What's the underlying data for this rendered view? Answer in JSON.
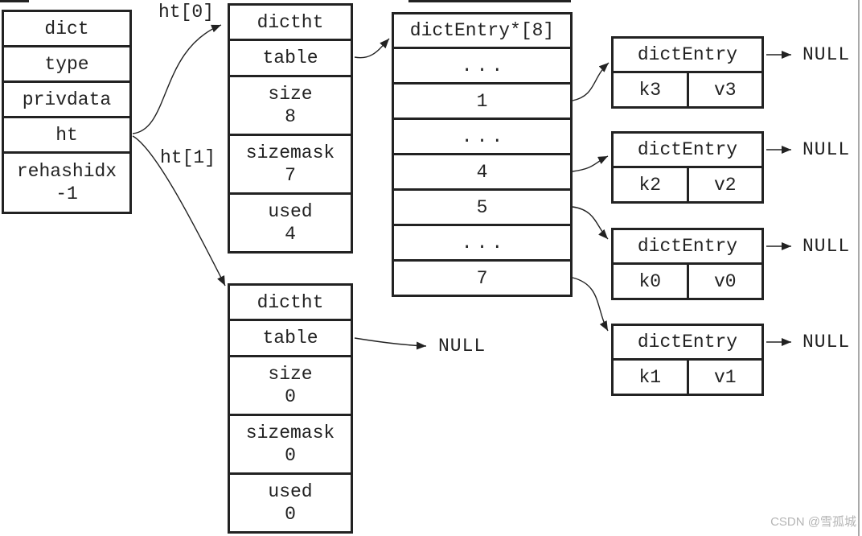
{
  "dict_struct": {
    "name": "dict",
    "fields": [
      {
        "label": "type"
      },
      {
        "label": "privdata"
      },
      {
        "label": "ht"
      },
      {
        "label": "rehashidx",
        "value": "-1"
      }
    ]
  },
  "pointer_labels": {
    "ht0": "ht[0]",
    "ht1": "ht[1]"
  },
  "hash_tables": [
    {
      "name": "dictht",
      "table_label": "table",
      "fields": [
        {
          "label": "size",
          "value": "8"
        },
        {
          "label": "sizemask",
          "value": "7"
        },
        {
          "label": "used",
          "value": "4"
        }
      ]
    },
    {
      "name": "dictht",
      "table_label": "table",
      "table_points_to": "NULL",
      "fields": [
        {
          "label": "size",
          "value": "0"
        },
        {
          "label": "sizemask",
          "value": "0"
        },
        {
          "label": "used",
          "value": "0"
        }
      ]
    }
  ],
  "bucket_array": {
    "header": "dictEntry*[8]",
    "cells": [
      "...",
      "1",
      "...",
      "4",
      "5",
      "...",
      "7"
    ]
  },
  "entries": [
    {
      "name": "dictEntry",
      "key": "k3",
      "value": "v3",
      "next": "NULL"
    },
    {
      "name": "dictEntry",
      "key": "k2",
      "value": "v2",
      "next": "NULL"
    },
    {
      "name": "dictEntry",
      "key": "k0",
      "value": "v0",
      "next": "NULL"
    },
    {
      "name": "dictEntry",
      "key": "k1",
      "value": "v1",
      "next": "NULL"
    }
  ],
  "watermark": "CSDN @雪孤城",
  "colors": {
    "line": "#222222",
    "text": "#222222",
    "watermark": "#b5b5b5",
    "right_border": "#a9a9a9",
    "background": "#ffffff"
  }
}
